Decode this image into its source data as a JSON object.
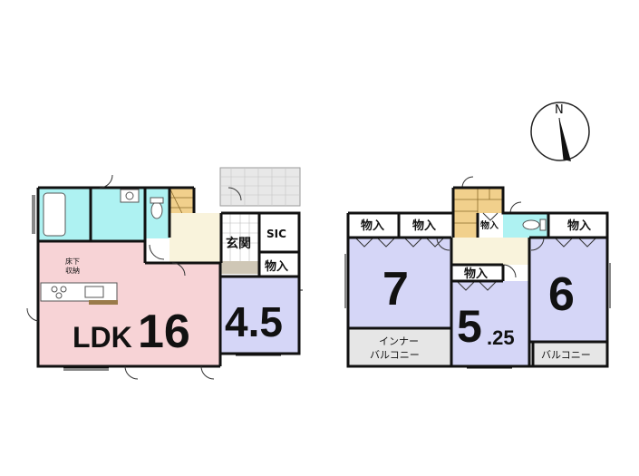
{
  "compass": {
    "label": "N"
  },
  "floor1": {
    "ldk_label": "LDK",
    "ldk_size": "16",
    "room_size": "4.5",
    "entrance": "玄関",
    "sic": "SIC",
    "storage": "物入",
    "underfloor_line1": "床下",
    "underfloor_line2": "収納"
  },
  "floor2": {
    "room_a_size": "7",
    "room_b_size_main": "5",
    "room_b_size_frac": ".25",
    "room_c_size": "6",
    "storage": "物入",
    "inner_balcony_line1": "インナー",
    "inner_balcony_line2": "バルコニー",
    "balcony": "バルコニー"
  },
  "colors": {
    "ldk": "#f7d3d6",
    "room": "#d5d6f7",
    "bath": "#aef2f2",
    "stairs": "#f1d08c",
    "hall": "#f9f3dc",
    "balcony": "#e6e6e6",
    "wall": "#111111"
  }
}
